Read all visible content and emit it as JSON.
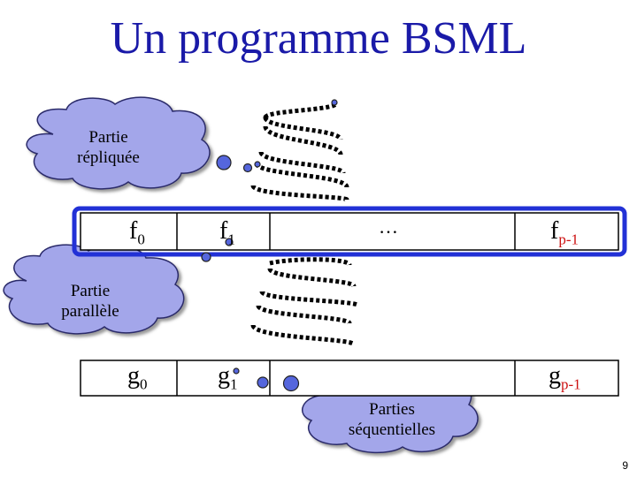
{
  "title": "Un programme BSML",
  "clouds": {
    "replicated": {
      "line1": "Partie",
      "line2": "répliquée"
    },
    "parallel": {
      "line1": "Partie",
      "line2": "parallèle"
    },
    "sequential": {
      "line1": "Parties",
      "line2": "séquentielles"
    }
  },
  "row_f": {
    "cells": [
      {
        "base": "f",
        "sub": "0"
      },
      {
        "base": "f",
        "sub": "1"
      },
      {
        "base": "…",
        "sub": ""
      },
      {
        "base": "f",
        "sub": "p-1"
      }
    ]
  },
  "row_g": {
    "cells": [
      {
        "base": "g",
        "sub": "0"
      },
      {
        "base": "g",
        "sub": "1"
      },
      {
        "base": "g",
        "sub": "p-1"
      }
    ]
  },
  "page_number": "9",
  "colors": {
    "title": "#1a1aa8",
    "cloud_fill": "#a3a6ea",
    "highlight_border": "#2231d6",
    "dot_fill": "#5566dd",
    "subscript_red": "#cc1111"
  }
}
